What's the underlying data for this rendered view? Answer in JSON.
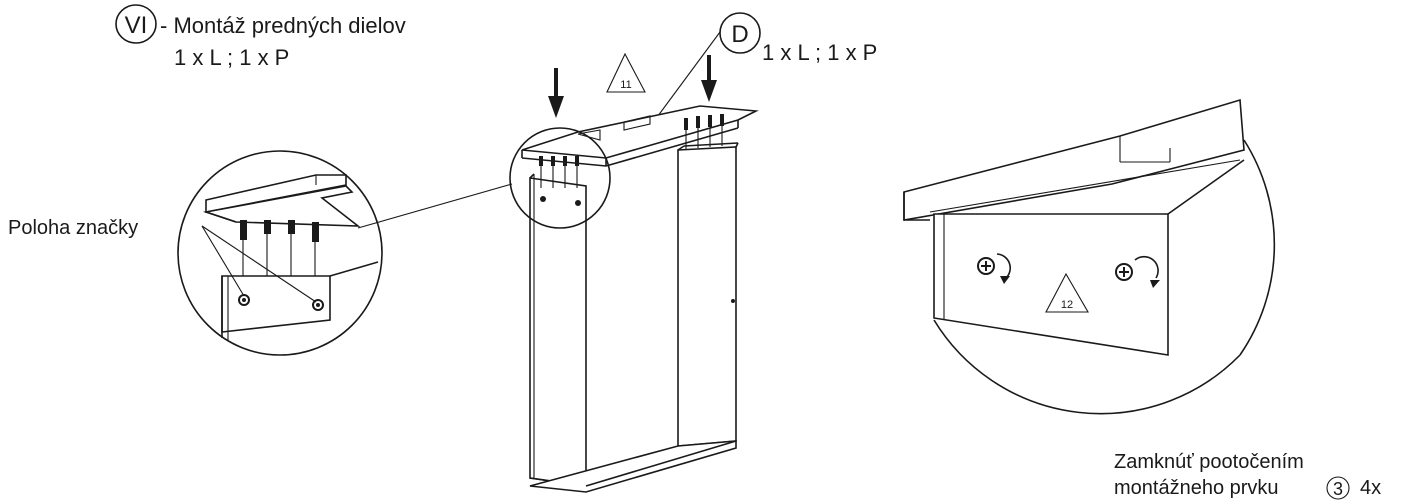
{
  "step": {
    "number": "VI",
    "title": "- Montáž predných dielov",
    "quantity": "1 x L ; 1 x P"
  },
  "part": {
    "letter": "D",
    "quantity": "1 x L ; 1 x P"
  },
  "detail_left": {
    "label": "Poloha značky"
  },
  "markers": {
    "first": "11",
    "second": "12"
  },
  "instruction": {
    "line1": "Zamknúť pootočením",
    "line2_prefix": "montážneho prvku",
    "part_number": "3",
    "count": "4x"
  }
}
